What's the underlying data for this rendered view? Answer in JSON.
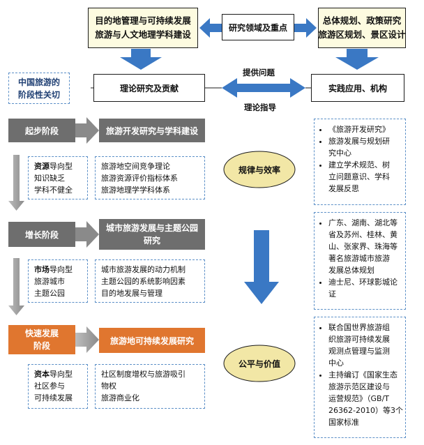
{
  "top": {
    "left_box": [
      "目的地管理与可持续发展",
      "旅游与人文地理学科建设"
    ],
    "center_box": "研究领域及重点",
    "right_box": [
      "总体规划、政策研究",
      "旅游区规划、景区设计"
    ]
  },
  "header_left": [
    "中国旅游的",
    "阶段性关切"
  ],
  "theory_box": "理论研究及贡献",
  "practice_box": "实践应用、机构",
  "provide_problem": "提供问题",
  "theory_guide": "理论指导",
  "stages": [
    {
      "name": "起步阶段",
      "theme": "旅游开发研究与学科建设",
      "driver_bold": "资源",
      "driver_lines": [
        "导向型",
        "知识缺乏",
        "学科不健全"
      ],
      "research": [
        "旅游地空间竞争理论",
        "旅游资源评价指标体系",
        "旅游地理学学科体系"
      ]
    },
    {
      "name": "增长阶段",
      "theme": [
        "城市旅游发展与主题公园",
        "研究"
      ],
      "driver_bold": "市场",
      "driver_lines": [
        "导向型",
        "旅游城市",
        "主题公园"
      ],
      "research": [
        "城市旅游发展的动力机制",
        "主题公园的系统影响因素",
        "目的地发展与管理"
      ]
    },
    {
      "name": [
        "快速发展",
        "阶段"
      ],
      "theme": "旅游地可持续发展研究",
      "driver_bold": "资本",
      "driver_lines": [
        "导向型",
        "社区参与",
        "可持续发展"
      ],
      "research": [
        "社区制度增权与旅游吸引",
        "物权",
        "旅游商业化"
      ]
    }
  ],
  "ellipses": {
    "law_efficiency": "规律与效率",
    "fairness_value": "公平与价值"
  },
  "practice": [
    [
      "《旅游开发研究》",
      "旅游发展与规划研究中心",
      "建立学术规范、树立问题意识、学科发展反思"
    ],
    [
      "广东、湖南、湖北等省及苏州、桂林、黄山、张家界、珠海等著名旅游城市旅游发展总体规划",
      "迪士尼、环球影城论证"
    ],
    [
      "联合国世界旅游组织旅游可持续发展观测点管理与监测中心",
      "主持编订《国家生态旅游示范区建设与运营规范》（GB/T 26362-2010）等3个国家标准"
    ]
  ],
  "practice_display": [
    [
      "《旅游开发研究》",
      [
        "旅游发展与规划研",
        "究中心"
      ],
      [
        "建立学术规范、树",
        "立问题意识、学科",
        "发展反思"
      ]
    ],
    [
      [
        "广东、湖南、湖北等",
        "省及苏州、桂林、黄",
        "山、张家界、珠海等",
        "著名旅游城市旅游",
        "发展总体规划"
      ],
      [
        "迪士尼、环球影城论",
        "证"
      ]
    ],
    [
      [
        "联合国世界旅游组",
        "织旅游可持续发展",
        "观测点管理与监测",
        "中心"
      ],
      [
        "主持编订《国家生态",
        "旅游示范区建设与",
        "运营规范》（GB/T",
        "26362-2010）等3个",
        "国家标准"
      ]
    ]
  ],
  "colors": {
    "arrow_blue": "#3a78c4",
    "stage_gray": "#6e6e6e",
    "stage_orange": "#e0762f",
    "dash_blue": "#5b8fc7",
    "yellow_fill": "#fdfbe0",
    "ellipse_fill": "#f2e7a6"
  }
}
